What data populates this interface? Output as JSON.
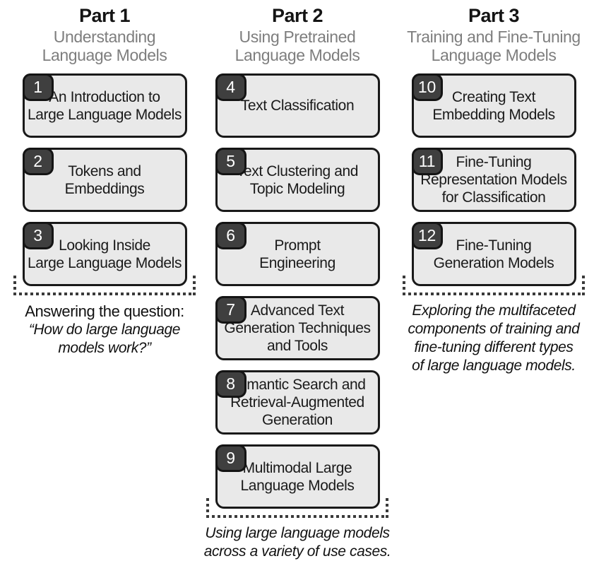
{
  "colors": {
    "box_fill": "#e9e9e9",
    "box_border": "#191919",
    "badge_fill": "#3f3f3f",
    "badge_text": "#ffffff",
    "subtitle_gray": "#7e7e7e",
    "dash_gray": "#3a3a3a"
  },
  "parts": [
    {
      "title": "Part 1",
      "subtitle": "Understanding\nLanguage Models",
      "chapters": [
        {
          "number": "1",
          "title": "An Introduction to\nLarge Language Models"
        },
        {
          "number": "2",
          "title": "Tokens and\nEmbeddings"
        },
        {
          "number": "3",
          "title": "Looking Inside\nLarge Language Models"
        }
      ],
      "caption_lead": "Answering the question:",
      "caption_italic": "“How do large language\nmodels work?”"
    },
    {
      "title": "Part 2",
      "subtitle": "Using Pretrained\nLanguage Models",
      "chapters": [
        {
          "number": "4",
          "title": "Text Classification"
        },
        {
          "number": "5",
          "title": "Text Clustering and\nTopic Modeling"
        },
        {
          "number": "6",
          "title": "Prompt\nEngineering"
        },
        {
          "number": "7",
          "title": "Advanced Text\nGeneration Techniques\nand Tools"
        },
        {
          "number": "8",
          "title": "Semantic Search and\nRetrieval-Augmented\nGeneration"
        },
        {
          "number": "9",
          "title": "Multimodal Large\nLanguage Models"
        }
      ],
      "caption_italic": "Using large language models\nacross a variety of use cases."
    },
    {
      "title": "Part 3",
      "subtitle": "Training and Fine-Tuning\nLanguage Models",
      "chapters": [
        {
          "number": "10",
          "title": "Creating Text\nEmbedding Models"
        },
        {
          "number": "11",
          "title": "Fine-Tuning\nRepresentation Models\nfor Classification"
        },
        {
          "number": "12",
          "title": "Fine-Tuning\nGeneration Models"
        }
      ],
      "caption_italic": "Exploring the multifaceted\ncomponents of training and\nfine-tuning different types\nof large language models."
    }
  ]
}
